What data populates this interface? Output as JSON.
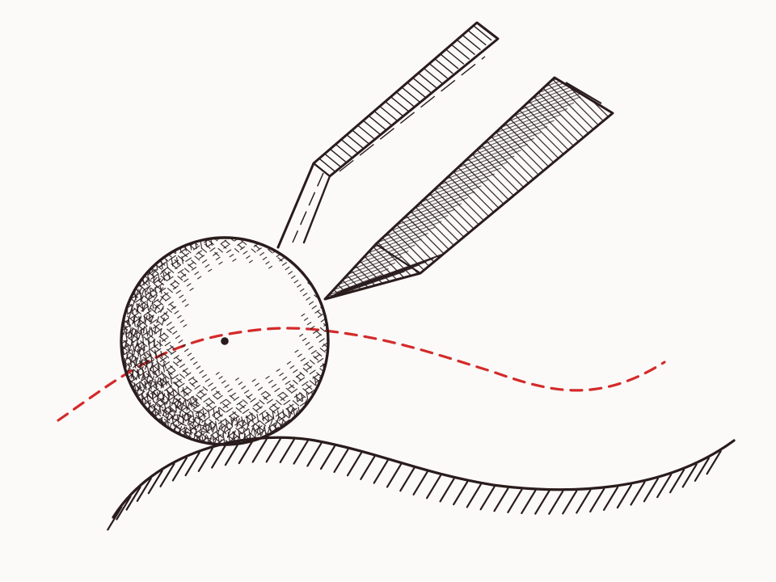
{
  "colors": {
    "background": "#fbfaf8",
    "ink": "#2a1c1c",
    "trajectory": "#d42a2a"
  },
  "elements": {
    "surface": "wavy-surface-with-hatching",
    "ball": "crosshatched-sphere",
    "tool_left": "flat-chisel-tool",
    "tool_right": "pointed-crosshatched-tool",
    "path": "dashed-trajectory",
    "center": "center-of-mass-dot"
  }
}
